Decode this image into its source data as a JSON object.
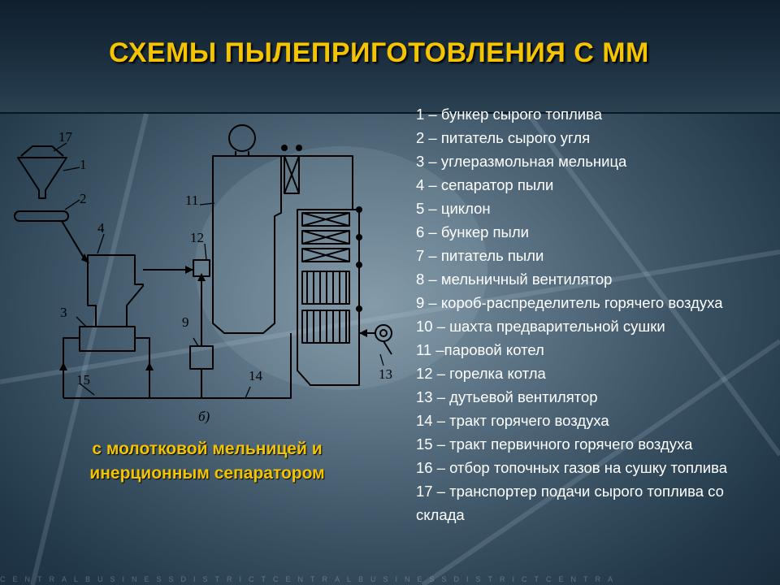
{
  "slide": {
    "title": "СХЕМЫ ПЫЛЕПРИГОТОВЛЕНИЯ С ММ",
    "subtitle_line1": "с молотковой мельницей и",
    "subtitle_line2": "инерционным сепаратором",
    "footer_text": "CENTRALBUSINESSDISTRICTCENTRALBUSINESSDISTRICTCENTRA"
  },
  "diagram": {
    "labels": [
      "17",
      "1",
      "2",
      "4",
      "3",
      "15",
      "11",
      "12",
      "9",
      "14",
      "13"
    ],
    "caption": "б)"
  },
  "legend": [
    "1 – бункер сырого топлива",
    "2 – питатель сырого угля",
    "3 – углеразмольная мельница",
    "4 – сепаратор пыли",
    "5 – циклон",
    "6 – бункер пыли",
    "7 – питатель пыли",
    "8 – мельничный вентилятор",
    "9 – короб-распределитель горячего воздуха",
    "10 – шахта предварительной сушки",
    "11 –паровой котел",
    "12 – горелка котла",
    "13 – дутьевой вентилятор",
    "14 – тракт горячего воздуха",
    "15 – тракт первичного горячего воздуха",
    "16 – отбор топочных газов на сушку топлива",
    "17 – транспортер подачи сырого топлива со склада"
  ],
  "colors": {
    "title": "#f5c400",
    "legend_text": "#ffffff",
    "diagram_stroke": "#000000"
  }
}
